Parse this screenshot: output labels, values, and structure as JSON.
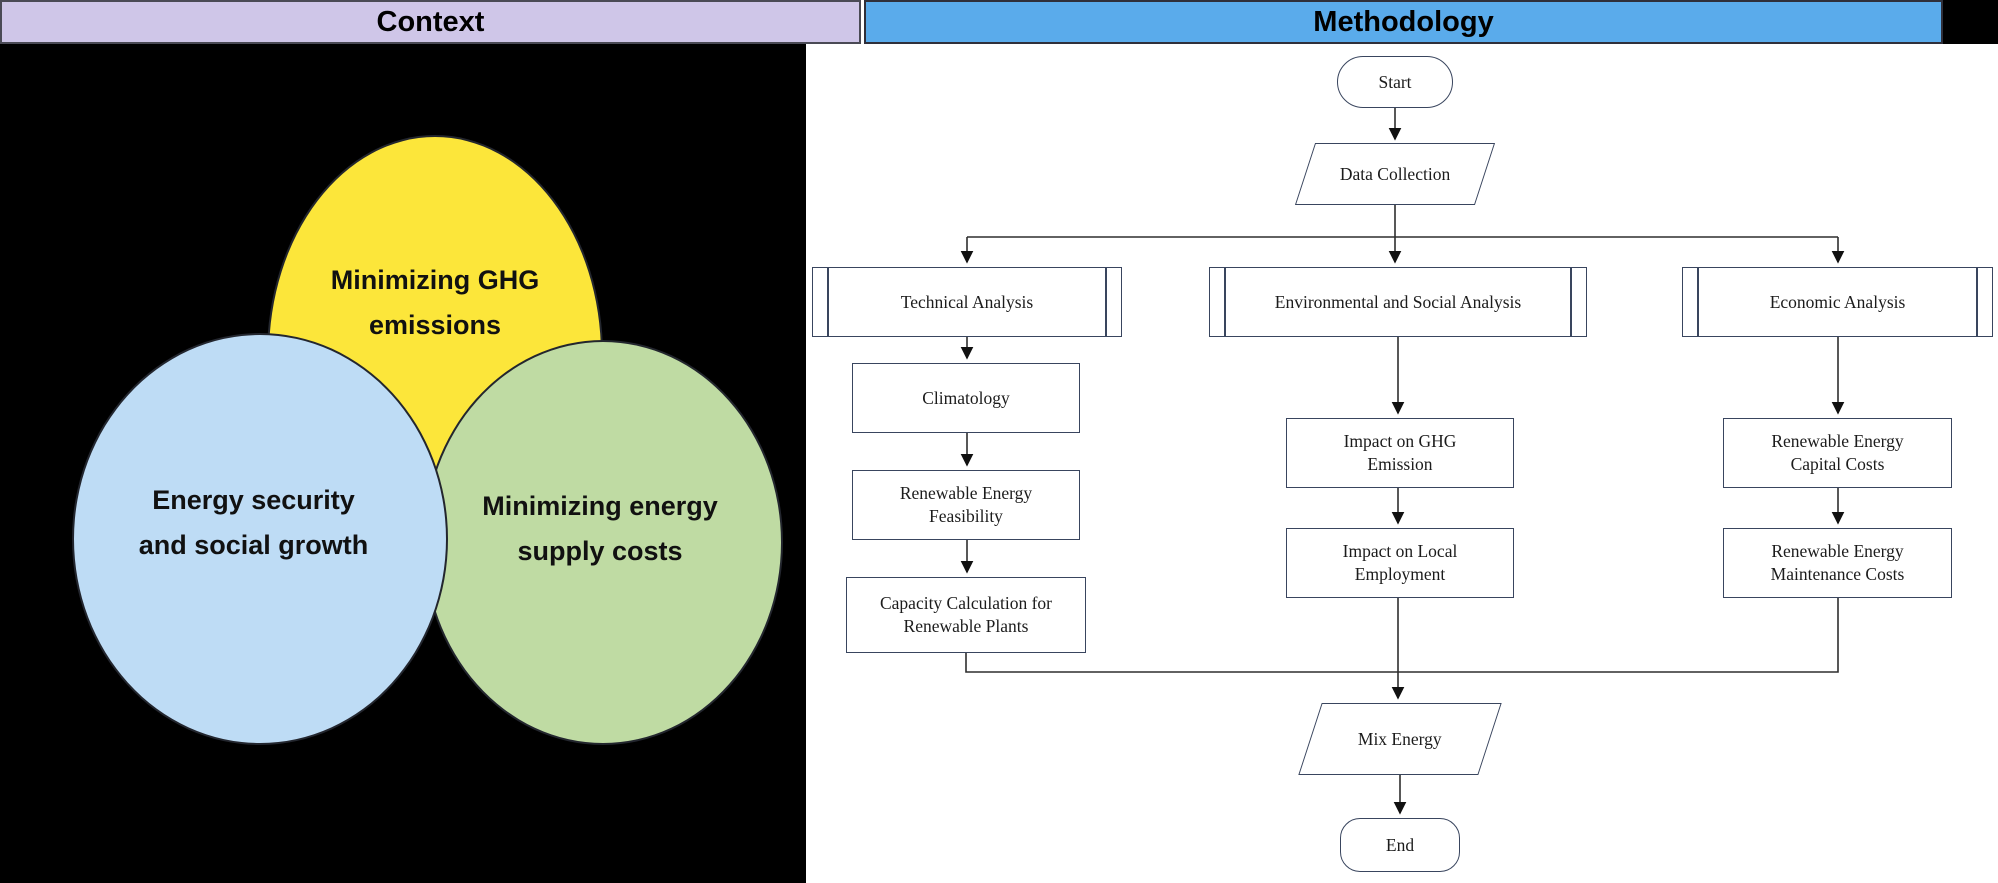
{
  "headers": {
    "context": "Context",
    "methodology": "Methodology",
    "context_bg": "#cfc6e8",
    "methodology_bg": "#5aabeb"
  },
  "venn": {
    "panel_bg": "#000000",
    "circles": [
      {
        "id": "ghg",
        "label": "Minimizing GHG\nemissions",
        "color": "#fce63a"
      },
      {
        "id": "energy-security",
        "label": "Energy security\nand social growth",
        "color": "#bedcf5"
      },
      {
        "id": "supply-costs",
        "label": "Minimizing energy\nsupply costs",
        "color": "#bfdba3"
      }
    ]
  },
  "flowchart": {
    "line_color": "#2e2e2e",
    "box_border_color": "#39455e",
    "nodes": [
      {
        "id": "start",
        "type": "terminator",
        "label": "Start"
      },
      {
        "id": "data-collection",
        "type": "data",
        "label": "Data Collection"
      },
      {
        "id": "technical-analysis",
        "type": "predefined",
        "label": "Technical Analysis"
      },
      {
        "id": "env-social-analysis",
        "type": "predefined",
        "label": "Environmental and Social Analysis"
      },
      {
        "id": "economic-analysis",
        "type": "predefined",
        "label": "Economic Analysis"
      },
      {
        "id": "climatology",
        "type": "process",
        "label": "Climatology"
      },
      {
        "id": "renewable-feasibility",
        "type": "process",
        "label": "Renewable Energy\nFeasibility"
      },
      {
        "id": "capacity-calculation",
        "type": "process",
        "label": "Capacity Calculation for\nRenewable Plants"
      },
      {
        "id": "impact-ghg",
        "type": "process",
        "label": "Impact on GHG\nEmission"
      },
      {
        "id": "impact-employment",
        "type": "process",
        "label": "Impact on Local\nEmployment"
      },
      {
        "id": "re-capital-costs",
        "type": "process",
        "label": "Renewable Energy\nCapital Costs"
      },
      {
        "id": "re-maintenance-costs",
        "type": "process",
        "label": "Renewable Energy\nMaintenance Costs"
      },
      {
        "id": "mix-energy",
        "type": "data",
        "label": "Mix Energy"
      },
      {
        "id": "end",
        "type": "terminator",
        "label": "End"
      }
    ]
  }
}
